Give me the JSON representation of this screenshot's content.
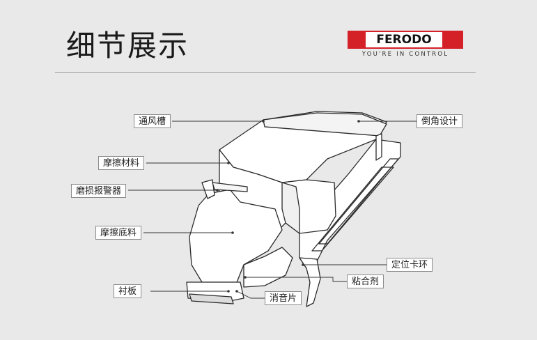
{
  "header": {
    "title": "细节展示",
    "logo_brand": "FERODO",
    "logo_tagline": "YOU'RE IN CONTROL"
  },
  "labels": {
    "vent_groove": "通风槽",
    "chamfer_design": "倒角设计",
    "friction_material": "摩擦材料",
    "wear_alarm": "磨损报警器",
    "friction_underlayer": "摩擦底料",
    "positioning_clip": "定位卡环",
    "adhesive": "粘合剂",
    "backing_plate": "衬板",
    "shim": "消音片"
  },
  "colors": {
    "background": "#e9e9e9",
    "brand_red": "#d42027",
    "line": "#333333"
  }
}
